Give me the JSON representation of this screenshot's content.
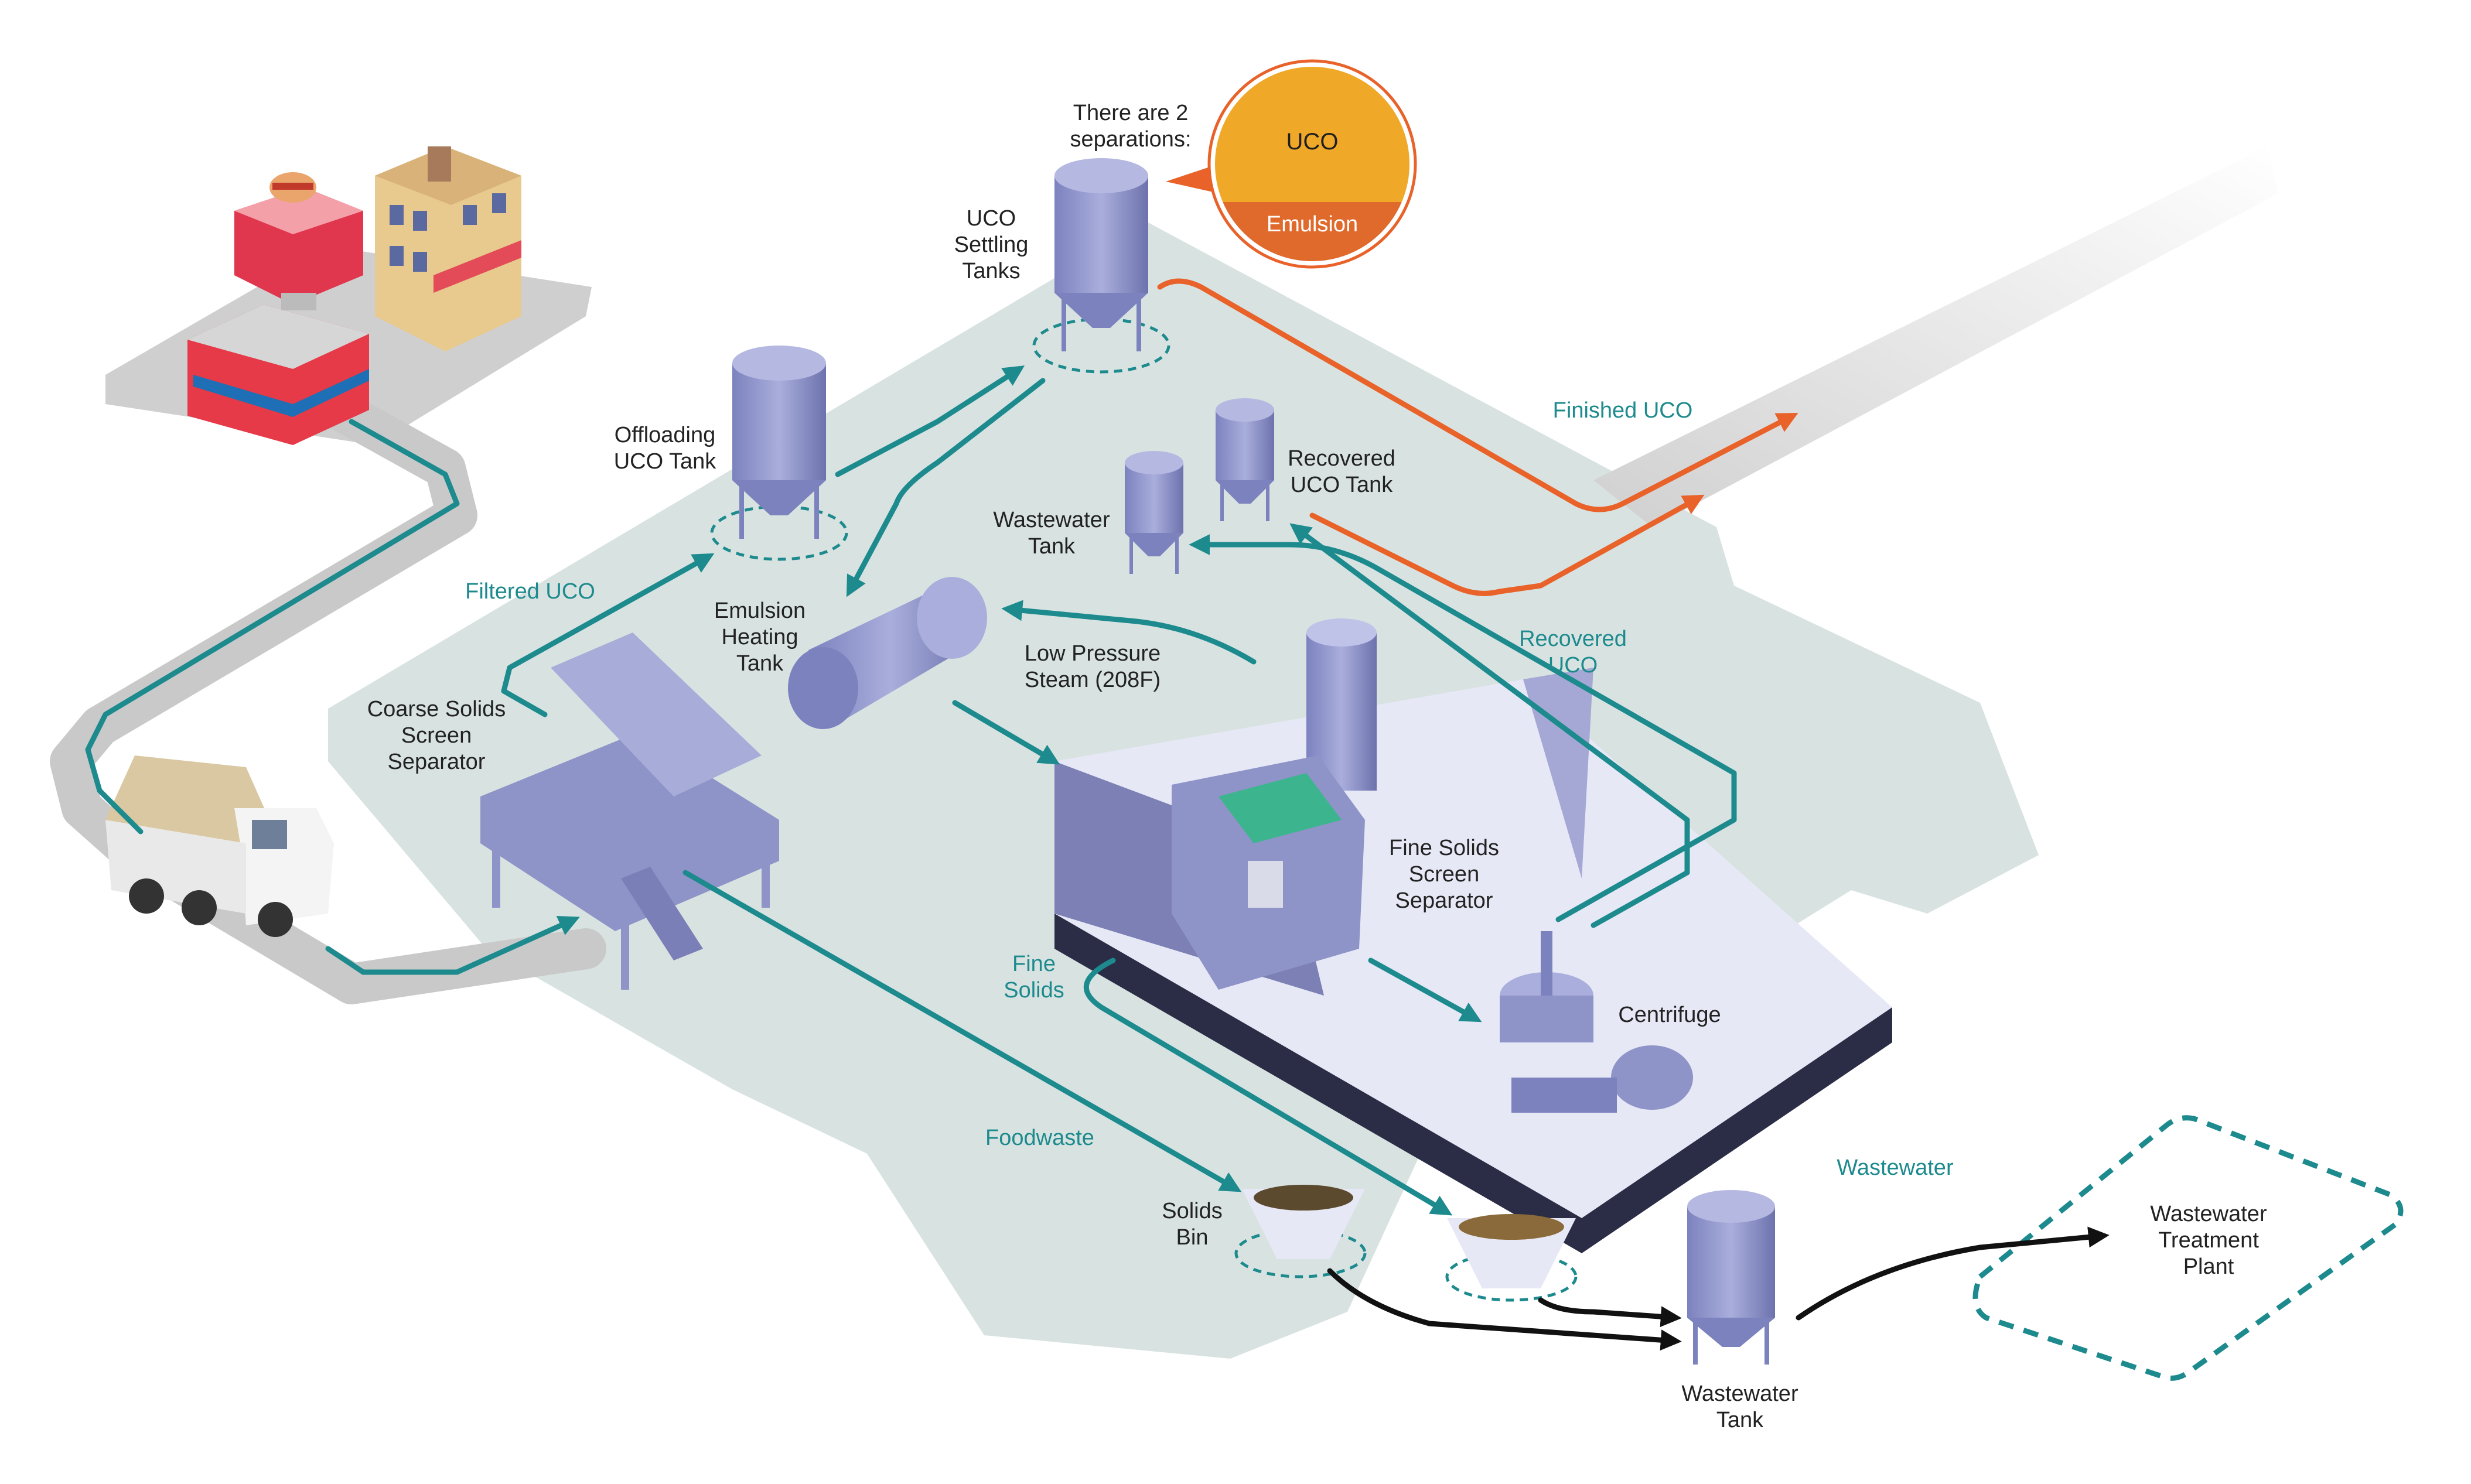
{
  "labels": {
    "separations_line1": "There are 2",
    "separations_line2": "separations:",
    "uco": "UCO",
    "emulsion": "Emulsion",
    "uco_settling_1": "UCO",
    "uco_settling_2": "Settling",
    "uco_settling_3": "Tanks",
    "offloading_1": "Offloading",
    "offloading_2": "UCO Tank",
    "recovered_tank_1": "Recovered",
    "recovered_tank_2": "UCO Tank",
    "wastewater_tank_top_1": "Wastewater",
    "wastewater_tank_top_2": "Tank",
    "emulsion_heating_1": "Emulsion",
    "emulsion_heating_2": "Heating",
    "emulsion_heating_3": "Tank",
    "low_pressure_1": "Low Pressure",
    "low_pressure_2": "Steam (208F)",
    "coarse_1": "Coarse Solids",
    "coarse_2": "Screen",
    "coarse_3": "Separator",
    "fine_solids_sep_1": "Fine Solids",
    "fine_solids_sep_2": "Screen",
    "fine_solids_sep_3": "Separator",
    "centrifuge": "Centrifuge",
    "solids_bin_1": "Solids",
    "solids_bin_2": "Bin",
    "wastewater_tank_bottom_1": "Wastewater",
    "wastewater_tank_bottom_2": "Tank",
    "wwtp_1": "Wastewater",
    "wwtp_2": "Treatment",
    "wwtp_3": "Plant"
  },
  "flow_labels": {
    "filtered_uco": "Filtered UCO",
    "finished_uco": "Finished UCO",
    "recovered_uco_1": "Recovered",
    "recovered_uco_2": "UCO",
    "fine_solids_1": "Fine",
    "fine_solids_2": "Solids",
    "foodwaste": "Foodwaste",
    "wastewater": "Wastewater"
  },
  "colors": {
    "teal_flow": "#1d8a8e",
    "orange_flow": "#e8622a",
    "black_flow": "#111111",
    "platform": "#d8e3e1",
    "road": "#c9c9c9",
    "equipment": "#8e93c8",
    "uco_band": "#f0a829",
    "emulsion_band": "#e0692c"
  }
}
